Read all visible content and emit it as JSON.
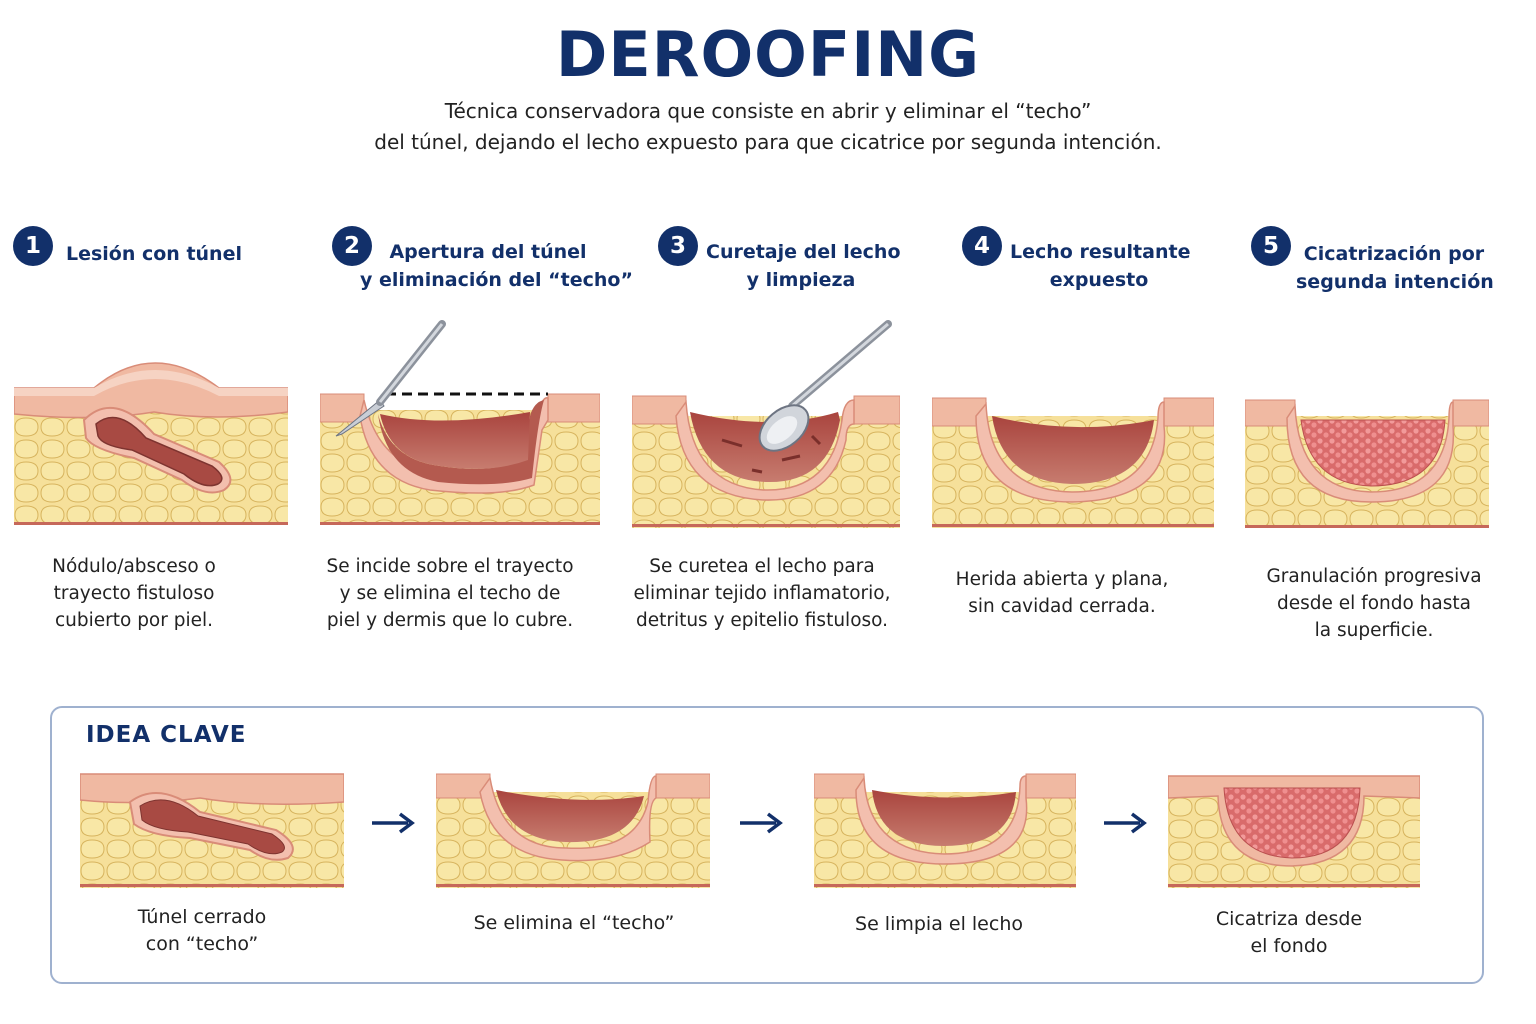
{
  "header": {
    "title": "DEROOFING",
    "subtitle_line1": "Técnica conservadora que consiste en abrir y eliminar el “techo”",
    "subtitle_line2": "del túnel, dejando el lecho expuesto para que cicatrice por segunda intención."
  },
  "steps": [
    {
      "number": "1",
      "title_line1": "Lesión con túnel",
      "title_line2": "",
      "desc_line1": "Nódulo/absceso o",
      "desc_line2": "trayecto fistuloso",
      "desc_line3": "cubierto por piel."
    },
    {
      "number": "2",
      "title_line1": "Apertura del túnel",
      "title_line2": "y eliminación del “techo”",
      "desc_line1": "Se incide sobre el trayecto",
      "desc_line2": "y se elimina el techo de",
      "desc_line3": "piel y dermis que lo cubre."
    },
    {
      "number": "3",
      "title_line1": "Curetaje del lecho",
      "title_line2": "y limpieza",
      "desc_line1": "Se curetea el lecho para",
      "desc_line2": "eliminar tejido inflamatorio,",
      "desc_line3": "detritus y epitelio fistuloso."
    },
    {
      "number": "4",
      "title_line1": "Lecho resultante",
      "title_line2": "expuesto",
      "desc_line1": "Herida abierta y plana,",
      "desc_line2": "sin cavidad cerrada.",
      "desc_line3": ""
    },
    {
      "number": "5",
      "title_line1": "Cicatrización por",
      "title_line2": "segunda intención",
      "desc_line1": "Granulación progresiva",
      "desc_line2": "desde el fondo hasta",
      "desc_line3": "la superficie."
    }
  ],
  "key": {
    "title": "IDEA CLAVE",
    "captions": [
      {
        "line1": "Túnel cerrado",
        "line2": "con “techo”"
      },
      {
        "line1": "Se elimina el “techo”",
        "line2": ""
      },
      {
        "line1": "Se limpia el lecho",
        "line2": ""
      },
      {
        "line1": "Cicatriza desde",
        "line2": "el fondo"
      }
    ]
  },
  "colors": {
    "navy": "#12306a",
    "skin": "#f3c3b0",
    "dermis": "#e9a48f",
    "fat": "#f3dc8e",
    "wound": "#b45a4f",
    "granulation": "#e98a8a"
  }
}
